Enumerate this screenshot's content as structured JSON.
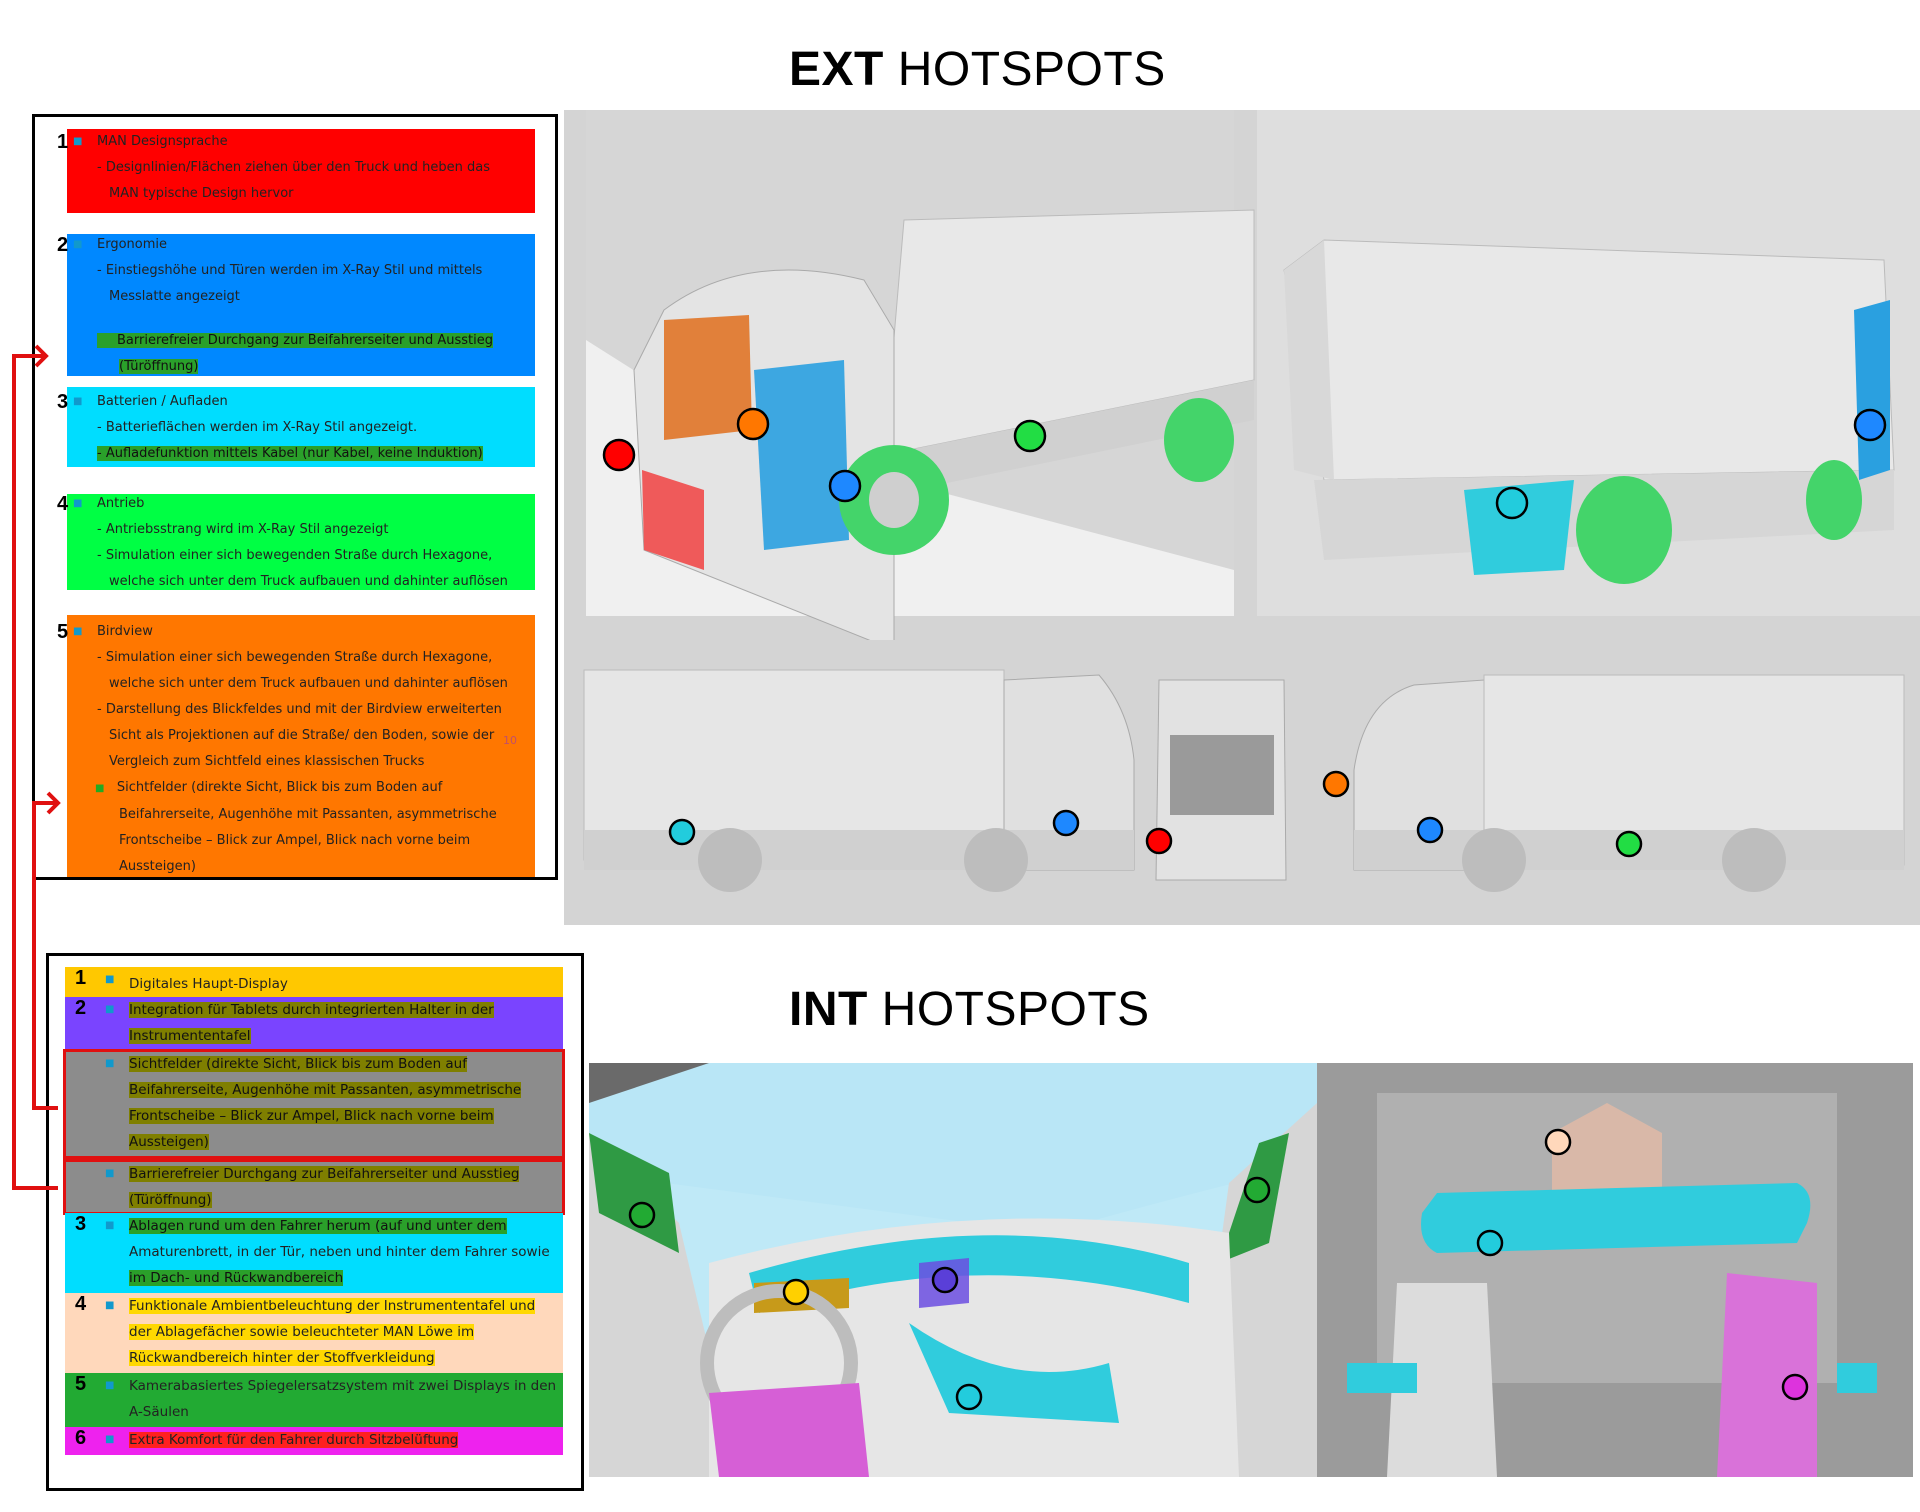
{
  "ext_title": {
    "bold": "EXT",
    "rest": "HOTSPOTS"
  },
  "int_title": {
    "bold": "INT",
    "rest": "HOTSPOTS"
  },
  "ext_list": [
    {
      "num": "1",
      "color": "#ff0000",
      "heading": "MAN Designsprache",
      "lines": [
        "-  Designlinien/Flächen ziehen über den Truck und heben das",
        "MAN typische Design hervor"
      ]
    },
    {
      "num": "2",
      "color": "#0088ff",
      "heading": "Ergonomie",
      "lines": [
        "-  Einstiegshöhe und Türen werden im X-Ray Stil und mittels",
        "Messlatte angezeigt"
      ],
      "highlight": [
        "Barrierefreier Durchgang zur Beifahrerseiter und Ausstieg",
        "(Türöffnung)"
      ]
    },
    {
      "num": "3",
      "color": "#00ddff",
      "heading": "Batterien / Aufladen",
      "lines": [
        "-  Batterieflächen werden im X-Ray Stil angezeigt."
      ],
      "highlight": [
        "-  Aufladefunktion mittels Kabel (nur Kabel, keine Induktion)"
      ]
    },
    {
      "num": "4",
      "color": "#00ff44",
      "heading": "Antrieb",
      "lines": [
        "-  Antriebsstrang wird im X-Ray Stil angezeigt",
        "-  Simulation einer sich bewegenden Straße durch Hexagone,",
        "welche sich unter dem Truck aufbauen und dahinter auflösen"
      ]
    },
    {
      "num": "5",
      "color": "#ff7700",
      "heading": "Birdview",
      "lines": [
        "-  Simulation einer sich bewegenden Straße durch Hexagone,",
        "welche sich unter dem Truck aufbauen und dahinter auflösen",
        "-  Darstellung des Blickfeldes und mit der Birdview erweiterten",
        "Sicht als Projektionen auf die Straße/ den Boden, sowie der",
        "Vergleich zum Sichtfeld eines klassischen Trucks"
      ],
      "page_num": "10",
      "highlight": [
        "Sichtfelder (direkte Sicht, Blick bis zum Boden auf",
        "Beifahrerseite, Augenhöhe mit Passanten, asymmetrische",
        "Frontscheibe – Blick zur Ampel, Blick nach vorne beim",
        "Aussteigen)"
      ]
    }
  ],
  "int_list": [
    {
      "num": "1",
      "color": "#ffc800",
      "lines": [
        "Digitales Haupt-Display"
      ]
    },
    {
      "num": "2",
      "color": "#7a44ff",
      "lines": [
        "Integration für Tablets durch integrierten Halter in der",
        "Instrumententafel"
      ],
      "hl": "olive"
    },
    {
      "num": "",
      "color": "#8c8c8c",
      "lines": [
        "Sichtfelder (direkte Sicht, Blick bis zum Boden auf",
        "Beifahrerseite, Augenhöhe mit Passanten, asymmetrische",
        "Frontscheibe – Blick zur Ampel, Blick nach vorne beim",
        "Aussteigen)"
      ],
      "hl": "olive",
      "boxed": true
    },
    {
      "num": "",
      "color": "#8c8c8c",
      "lines": [
        "Barrierefreier Durchgang zur Beifahrerseiter und Ausstieg",
        "(Türöffnung)"
      ],
      "hl": "olive",
      "boxed": true
    },
    {
      "num": "3",
      "color": "#00ddff",
      "lines": [
        "Ablagen rund um den Fahrer herum (auf und unter dem",
        "Amaturenbrett, in der Tür, neben und hinter dem Fahrer sowie",
        "im Dach- und Rückwandbereich"
      ],
      "hl": "green"
    },
    {
      "num": "4",
      "color": "#ffd8bb",
      "lines": [
        "Funktionale Ambientbeleuchtung der Instrumententafel und",
        "der Ablagefächer sowie beleuchteter MAN Löwe im",
        "Rückwandbereich hinter der Stoffverkleidung"
      ],
      "hl": "yellow"
    },
    {
      "num": "5",
      "color": "#22aa33",
      "lines": [
        "Kamerabasiertes Spiegelersatzsystem mit zwei Displays in den",
        "A-Säulen"
      ],
      "hl": "green"
    },
    {
      "num": "6",
      "color": "#ee22ee",
      "lines": [
        "Extra Komfort für den Fahrer durch Sitzbelüftung"
      ],
      "hl": "red"
    }
  ],
  "colors": {
    "red": "#ff0000",
    "orange": "#ff7700",
    "blue": "#1e88ff",
    "green": "#22dd44",
    "cyan": "#22ccdd",
    "yellow": "#ffd000",
    "purple": "#5a3fd8",
    "peach": "#ffd8bb",
    "magenta": "#dd33dd"
  }
}
